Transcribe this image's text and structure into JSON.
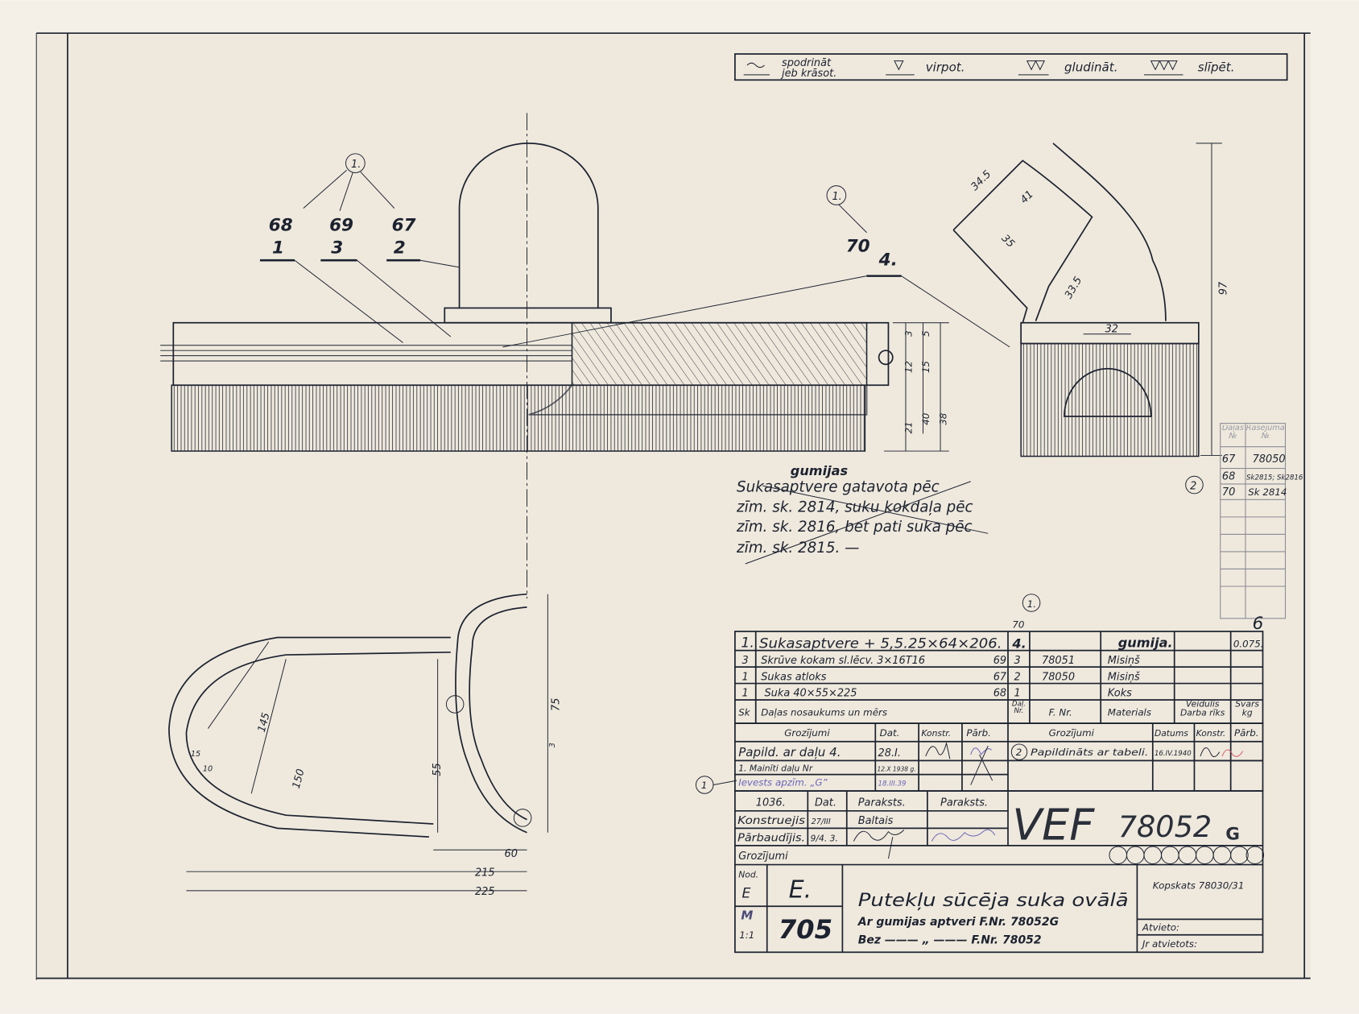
{
  "legend": {
    "items": [
      {
        "symbol": "tilde-surface-symbol",
        "label_line1": "spodrināt",
        "label_line2": "jeb krāsot."
      },
      {
        "symbol": "one-triangle-surface-symbol",
        "label": "virpot."
      },
      {
        "symbol": "two-triangle-surface-symbol",
        "label": "gludināt."
      },
      {
        "symbol": "three-triangle-surface-symbol",
        "label": "slīpēt."
      }
    ]
  },
  "top_view": {
    "callout": "1.",
    "parts": [
      {
        "num": "68",
        "sub": "1"
      },
      {
        "num": "69",
        "sub": "3"
      },
      {
        "num": "67",
        "sub": "2"
      }
    ],
    "part70": {
      "callout": "1.",
      "num": "70",
      "sub": "4."
    },
    "dims": [
      "3",
      "5",
      "12",
      "15",
      "21",
      "40",
      "38"
    ]
  },
  "side_view": {
    "dims": [
      "34.5",
      "41",
      "35",
      "33.5",
      "32",
      "97"
    ]
  },
  "bottom_view": {
    "dims": [
      "145",
      "150",
      "15",
      "10",
      "55",
      "75",
      "3",
      "60",
      "215",
      "225"
    ]
  },
  "note": {
    "insert": "gumijas",
    "lines": [
      "Sukasaptvere gatavota pēc",
      "zīm. sk. 2814, suku kokdaļa pēc",
      "zīm. sk. 2816, bet pati suka pēc",
      "zīm. sk. 2815. —"
    ]
  },
  "side_table": {
    "headers": [
      "Daļas №",
      "Rasējuma №"
    ],
    "rows": [
      [
        "67",
        "78050"
      ],
      [
        "68",
        "Sk2815; Sk2816"
      ],
      [
        "70",
        "Sk 2814"
      ]
    ],
    "callout": "2"
  },
  "mark_6": "6",
  "parts_table": {
    "callout": "1.",
    "callout_num": "70",
    "rows": [
      [
        "1.",
        "Sukasaptvere + 5,5.25×64×206.",
        "",
        "4.",
        "",
        "gumija.",
        "",
        "0.075."
      ],
      [
        "3",
        "Skrūve kokam sl.lēcv. 3×16T16",
        "69",
        "3",
        "78051",
        "Misiņš",
        "",
        ""
      ],
      [
        "1",
        "Sukas atloks",
        "67",
        "2",
        "78050",
        "Misiņš",
        "",
        ""
      ],
      [
        "1",
        "Suka   40×55×225",
        "68",
        "1",
        "",
        "Koks",
        "",
        ""
      ]
    ],
    "header": [
      "Sk",
      "Daļas nosaukums un mērs",
      "Daļ. Nr.",
      "F. Nr.",
      "Materials",
      "Veidulis Darba rīks",
      "Svars kg"
    ]
  },
  "changes": {
    "header_left": [
      "Grozījumi",
      "Dat.",
      "Konstr.",
      "Pārb."
    ],
    "header_right": [
      "Grozījumi",
      "Datums",
      "Konstr.",
      "Pārb."
    ],
    "rows_left": [
      [
        "Papild. ar daļu 4.",
        "28.I.",
        "",
        ""
      ],
      [
        "1. Mainīti daļu Nr",
        "12.X 1938 g.",
        "",
        ""
      ],
      [
        "Ievests apzīm. „G”",
        "18.III.39",
        "",
        ""
      ]
    ],
    "row_right": {
      "callout": "2",
      "text": "Papildināts ar tabeli.",
      "date": "16.IV.1940"
    },
    "callout": "1"
  },
  "title_block": {
    "year": "1036.",
    "cols": [
      "Dat.",
      "Paraksts.",
      "Paraksts."
    ],
    "konstruejis": {
      "label": "Konstruejis",
      "date": "27/III",
      "sign": "Baltais"
    },
    "parbaudijis": {
      "label": "Pārbaudījis.",
      "date": "9/4. 3."
    },
    "grozijumi": "Grozījumi",
    "company": "VEF",
    "drawing_no": "78052",
    "drawing_suffix": "G",
    "nod_label": "Nod.",
    "nod_value": "E",
    "nod_big": "E.",
    "scale_label": "M",
    "scale_value": "1:1",
    "number": "705",
    "title": "Putekļu sūcēja suka ovālā",
    "subtitle1": "Ar gumijas aptveri  F.Nr. 78052G",
    "subtitle2": "Bez  ——— „ ———   F.Nr. 78052",
    "kopskats": "Kopskats 78030/31",
    "atvieto": "Atvieto:",
    "jr_atvietots": "Jr atvietots:"
  },
  "colors": {
    "paper": "#efe9dd",
    "ink": "#1c2230",
    "red_ink": "#d9566e",
    "violet_ink": "#6a62b8"
  }
}
